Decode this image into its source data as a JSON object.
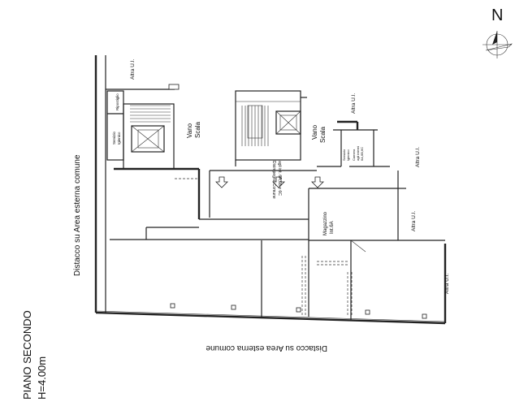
{
  "compass": {
    "north_label": "N"
  },
  "floor": {
    "name": "PIANO SECONDO",
    "height": "H=4.00m"
  },
  "boundaries": {
    "left": "Distacco su Area esterna comune",
    "bottom": "Distacco su Area esterna comune"
  },
  "rooms": {
    "altra_top": "Altra U.I.",
    "altra_mid_right": "Altra U.I.",
    "altra_right": "Altra U.I.",
    "altra_right2": "Altra U.I.",
    "altra_far_right": "Altra U.I.",
    "ripostiglio": "Ripostiglio",
    "servizio_igienico_1": "Servizio",
    "servizio_igienico_2": "Igienico",
    "vano_scala_1a": "Vano",
    "vano_scala_1b": "Scala",
    "vano_scala_2a": "Vano",
    "vano_scala_2b": "Scala",
    "disimpegno_1": "Disimpegno Comune",
    "disimpegno_2": "agli int. 6A,6B e 6C",
    "servizio_small_1": "Servizio",
    "servizio_small_2": "Igienico",
    "camera_1": "Camera",
    "camera_2": "agli interni",
    "camera_3": "6A,6B,6C",
    "magazzino_1": "Magazzino",
    "magazzino_2": "Int.6A"
  }
}
